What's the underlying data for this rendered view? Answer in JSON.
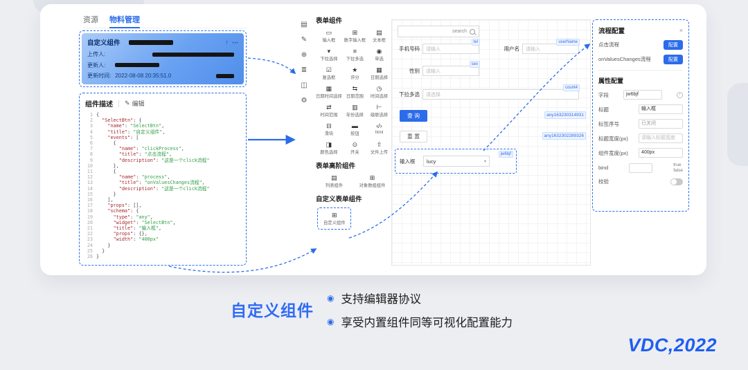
{
  "page": {
    "accent": "#2b6cea",
    "caption_title": "自定义组件",
    "bullets": [
      "支持编辑器协议",
      "享受内置组件同等可视化配置能力"
    ],
    "logo": "VDC,2022"
  },
  "left_panel": {
    "tabs": [
      {
        "label": "资源"
      },
      {
        "label": "物料管理"
      }
    ],
    "material_card": {
      "title": "自定义组件",
      "rows": [
        {
          "label": "上传人:"
        },
        {
          "label": "更新人:"
        },
        {
          "label": "更新时间:",
          "value": "2022-08-08 20:35:51.0"
        }
      ]
    },
    "desc": {
      "title": "组件描述",
      "edit": "编辑"
    }
  },
  "code": {
    "lines": [
      [
        [
          "p",
          "{"
        ]
      ],
      [
        [
          "p",
          "  "
        ],
        [
          "k",
          "\"SelectBtn\""
        ],
        [
          "p",
          ": {"
        ]
      ],
      [
        [
          "p",
          "    "
        ],
        [
          "k",
          "\"name\""
        ],
        [
          "p",
          ": "
        ],
        [
          "s",
          "\"SelectBtn\""
        ],
        [
          "p",
          ","
        ]
      ],
      [
        [
          "p",
          "    "
        ],
        [
          "k",
          "\"title\""
        ],
        [
          "p",
          ": "
        ],
        [
          "s",
          "\"自定义组件\""
        ],
        [
          "p",
          ","
        ]
      ],
      [
        [
          "p",
          "    "
        ],
        [
          "k",
          "\"events\""
        ],
        [
          "p",
          ": ["
        ]
      ],
      [
        [
          "p",
          "      {"
        ]
      ],
      [
        [
          "p",
          "        "
        ],
        [
          "k",
          "\"name\""
        ],
        [
          "p",
          ": "
        ],
        [
          "s",
          "\"clickProcess\""
        ],
        [
          "p",
          ","
        ]
      ],
      [
        [
          "p",
          "        "
        ],
        [
          "k",
          "\"title\""
        ],
        [
          "p",
          ": "
        ],
        [
          "s",
          "\"点击流程\""
        ],
        [
          "p",
          ","
        ]
      ],
      [
        [
          "p",
          "        "
        ],
        [
          "k",
          "\"description\""
        ],
        [
          "p",
          ": "
        ],
        [
          "s",
          "\"这是一个click流程\""
        ]
      ],
      [
        [
          "p",
          "      },"
        ]
      ],
      [
        [
          "p",
          "      {"
        ]
      ],
      [
        [
          "p",
          "        "
        ],
        [
          "k",
          "\"name\""
        ],
        [
          "p",
          ": "
        ],
        [
          "s",
          "\"process\""
        ],
        [
          "p",
          ","
        ]
      ],
      [
        [
          "p",
          "        "
        ],
        [
          "k",
          "\"title\""
        ],
        [
          "p",
          ": "
        ],
        [
          "s",
          "\"onValuesChanges流程\""
        ],
        [
          "p",
          ","
        ]
      ],
      [
        [
          "p",
          "        "
        ],
        [
          "k",
          "\"description\""
        ],
        [
          "p",
          ": "
        ],
        [
          "s",
          "\"这是一个click流程\""
        ]
      ],
      [
        [
          "p",
          "      }"
        ]
      ],
      [
        [
          "p",
          "    ],"
        ]
      ],
      [
        [
          "p",
          "    "
        ],
        [
          "k",
          "\"props\""
        ],
        [
          "p",
          ": [],"
        ]
      ],
      [
        [
          "p",
          "    "
        ],
        [
          "k",
          "\"schema\""
        ],
        [
          "p",
          ": {"
        ]
      ],
      [
        [
          "p",
          "      "
        ],
        [
          "k",
          "\"type\""
        ],
        [
          "p",
          ": "
        ],
        [
          "s",
          "\"any\""
        ],
        [
          "p",
          ","
        ]
      ],
      [
        [
          "p",
          "      "
        ],
        [
          "k",
          "\"widget\""
        ],
        [
          "p",
          ": "
        ],
        [
          "s",
          "\"SelectBtn\""
        ],
        [
          "p",
          ","
        ]
      ],
      [
        [
          "p",
          "      "
        ],
        [
          "k",
          "\"title\""
        ],
        [
          "p",
          ": "
        ],
        [
          "s",
          "\"输入框\""
        ],
        [
          "p",
          ","
        ]
      ],
      [
        [
          "p",
          "      "
        ],
        [
          "k",
          "\"props\""
        ],
        [
          "p",
          ": {},"
        ]
      ],
      [
        [
          "p",
          "      "
        ],
        [
          "k",
          "\"width\""
        ],
        [
          "p",
          ": "
        ],
        [
          "s",
          "\"400px\""
        ]
      ],
      [
        [
          "p",
          "    }"
        ]
      ],
      [
        [
          "p",
          "  }"
        ]
      ],
      [
        [
          "p",
          "}"
        ]
      ]
    ]
  },
  "palette": {
    "title": "表单组件",
    "side_icons": [
      {
        "name": "components-icon",
        "glyph": "▤"
      },
      {
        "name": "edit-icon",
        "glyph": "✎"
      },
      {
        "name": "add-icon",
        "glyph": "⊕"
      },
      {
        "name": "outline-icon",
        "glyph": "≣"
      },
      {
        "name": "preview-icon",
        "glyph": "◫"
      },
      {
        "name": "settings-icon",
        "glyph": "⚙"
      }
    ],
    "items": [
      {
        "label": "输入框",
        "glyph": "▭"
      },
      {
        "label": "数字输入框",
        "glyph": "⊞"
      },
      {
        "label": "文本框",
        "glyph": "▤"
      },
      {
        "label": "下拉选择",
        "glyph": "▾"
      },
      {
        "label": "下拉多选",
        "glyph": "≡"
      },
      {
        "label": "单选",
        "glyph": "◉"
      },
      {
        "label": "复选框",
        "glyph": "☑"
      },
      {
        "label": "评分",
        "glyph": "★"
      },
      {
        "label": "日期选择",
        "glyph": "▦"
      },
      {
        "label": "日期时间选择",
        "glyph": "▦"
      },
      {
        "label": "日期范围",
        "glyph": "⇆"
      },
      {
        "label": "时间选择",
        "glyph": "◷"
      },
      {
        "label": "时间范围",
        "glyph": "⇄"
      },
      {
        "label": "年份选择",
        "glyph": "▥"
      },
      {
        "label": "级联选择",
        "glyph": "⊢"
      },
      {
        "label": "滑块",
        "glyph": "⊟"
      },
      {
        "label": "按钮",
        "glyph": "▬"
      },
      {
        "label": "html",
        "glyph": "‹/›"
      },
      {
        "label": "颜色选择",
        "glyph": "◨"
      },
      {
        "label": "开关",
        "glyph": "⊙"
      },
      {
        "label": "文件上传",
        "glyph": "⇧"
      }
    ],
    "advanced_title": "表单高阶组件",
    "advanced_items": [
      {
        "label": "列表组件",
        "glyph": "▤"
      },
      {
        "label": "对象数组组件",
        "glyph": "⊞"
      }
    ],
    "custom_title": "自定义表单组件",
    "custom_item": {
      "label": "自定义组件",
      "glyph": "⊞"
    }
  },
  "canvas": {
    "search_text": "search",
    "fields": [
      {
        "label": "手机号码",
        "placeholder": "请输入",
        "tag": "tel"
      },
      {
        "label": "用户名",
        "placeholder": "请输入",
        "tag": "userName"
      },
      {
        "label": "性别",
        "placeholder": "请输入",
        "tag": "sex"
      },
      {
        "label": "下拉多选",
        "placeholder": "请选择",
        "tag": "count4"
      }
    ],
    "query_btn": "查 询",
    "reset_btn": "重 置",
    "row_tags": [
      "any163230314931",
      "any1632302289326"
    ],
    "selected": {
      "label": "输入框",
      "value": "lucy",
      "tag": "jw6bjf"
    }
  },
  "config": {
    "title": "流程配置",
    "close": "×",
    "processes": [
      {
        "label": "点击流程",
        "action": "配置"
      },
      {
        "label": "onValuesChanges流程",
        "action": "配置"
      }
    ],
    "props_title": "属性配置",
    "rows": [
      {
        "label": "字段",
        "value": "jw6bjf"
      },
      {
        "label": "标题",
        "value": "输入框"
      },
      {
        "label": "标签序号",
        "value": "已关闭"
      },
      {
        "label": "标题宽度(px)",
        "placeholder": "请输入标题宽度"
      },
      {
        "label": "组件宽度(px)",
        "value": "400px"
      },
      {
        "label": "bind",
        "options": [
          "true",
          "false"
        ]
      },
      {
        "label": "校验"
      }
    ]
  }
}
